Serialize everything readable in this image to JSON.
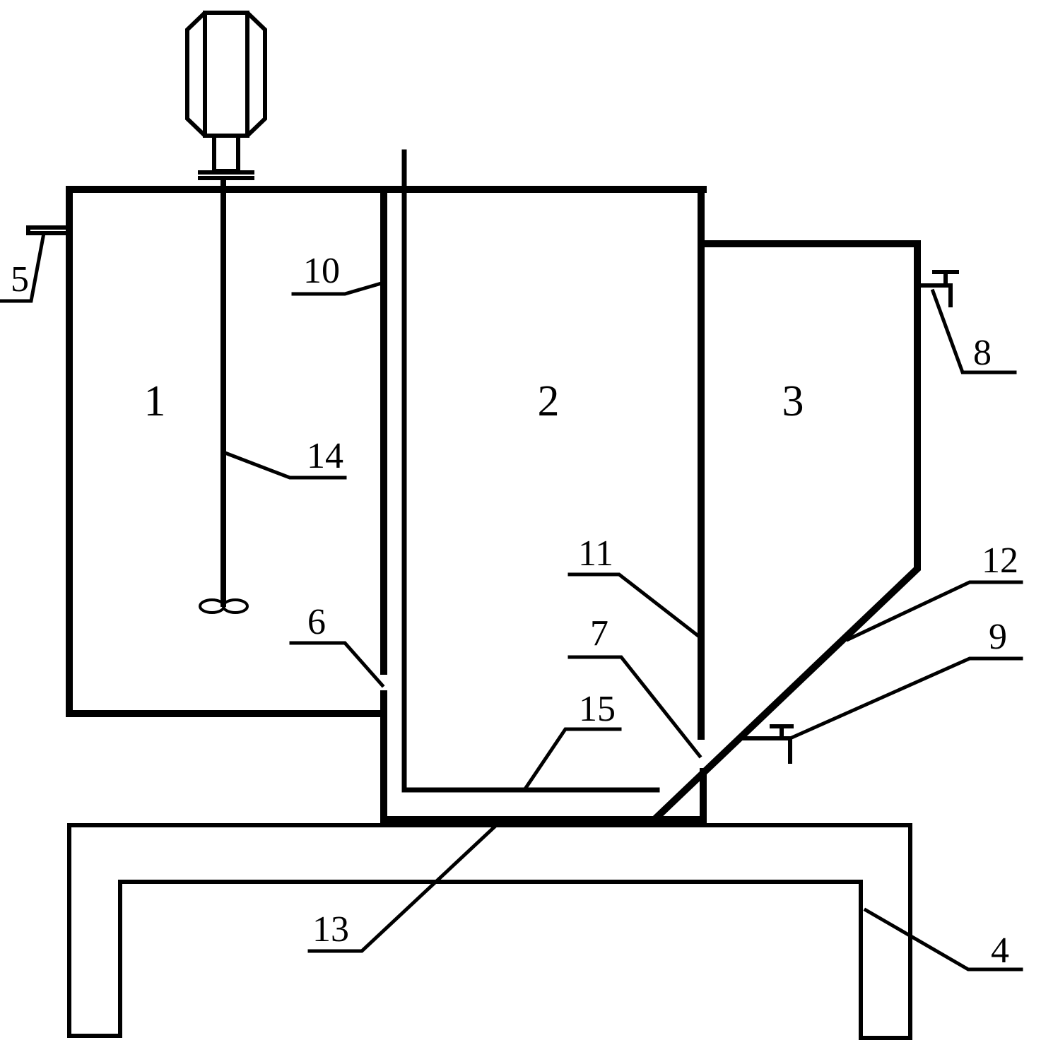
{
  "diagram": {
    "compartments": [
      {
        "id": "tank-1",
        "number": "1"
      },
      {
        "id": "tank-2",
        "number": "2"
      },
      {
        "id": "tank-3",
        "number": "3"
      }
    ],
    "labels": {
      "l4": "4",
      "l5": "5",
      "l6": "6",
      "l7": "7",
      "l8": "8",
      "l9": "9",
      "l10": "10",
      "l11": "11",
      "l12": "12",
      "l13": "13",
      "l14": "14",
      "l15": "15"
    },
    "colors": {
      "line": "#000000",
      "background": "#ffffff"
    }
  }
}
